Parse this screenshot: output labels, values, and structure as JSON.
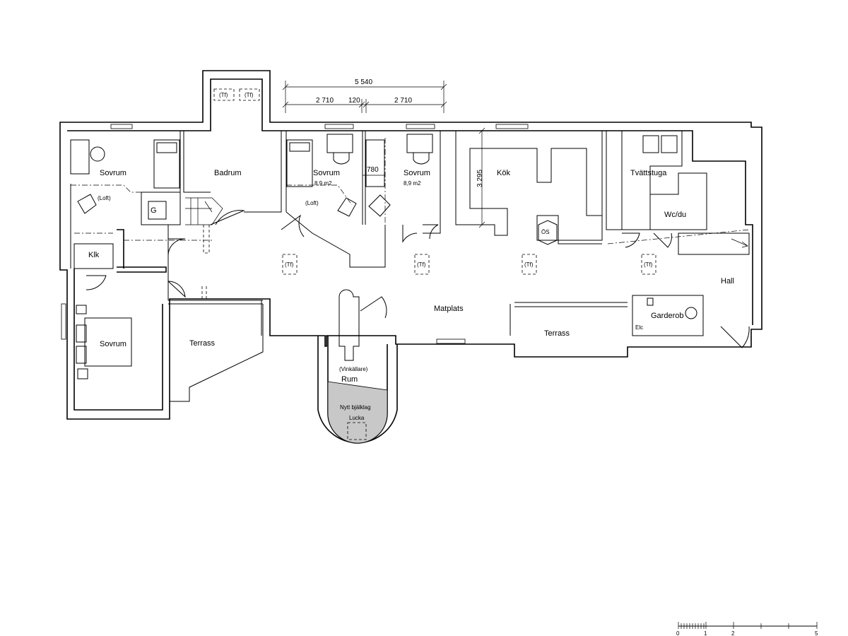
{
  "rooms": {
    "sovrum_nw": "Sovrum",
    "loft_w": "(Loft)",
    "g": "G",
    "badrum": "Badrum",
    "sovrum_mid1": "Sovrum",
    "area_mid1": "8,9 m2",
    "loft_mid": "(Loft)",
    "sovrum_mid2": "Sovrum",
    "area_mid2": "8,9 m2",
    "kok": "Kök",
    "os": "ÖS",
    "tvattstuga": "Tvättstuga",
    "wcdu": "Wc/du",
    "klk": "Klk",
    "hall": "Hall",
    "matplats": "Matplats",
    "garderob": "Garderob",
    "elc": "Elc",
    "sovrum_sw": "Sovrum",
    "terrass_w": "Terrass",
    "terrass_e": "Terrass",
    "vinkallare": "(Vinkällare)",
    "rum": "Rum",
    "nytt_bjalklag": "Nytt bjälklag",
    "lucka": "Lucka"
  },
  "tf_labels": [
    "(Tf)",
    "(Tf)",
    "(Tf)",
    "(Tf)",
    "(Tf)",
    "(Tf)"
  ],
  "dimensions": {
    "total": "5 540",
    "left": "2 710",
    "middle": "120",
    "right": "2 710",
    "closet": "780",
    "kitchen": "3 295"
  },
  "scale": {
    "ticks": [
      "0",
      "1",
      "2",
      "5"
    ]
  }
}
